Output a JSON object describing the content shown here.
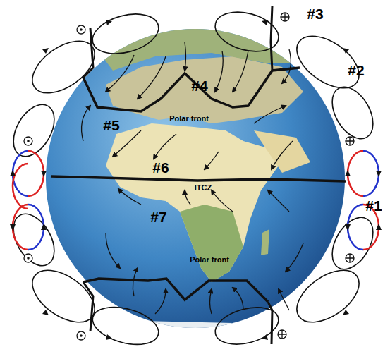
{
  "diagram": {
    "labels": [
      "#3",
      "#2",
      "#4",
      "#5",
      "Polar front",
      "#6",
      "ITCZ",
      "#1",
      "#7",
      "Polar front"
    ]
  }
}
